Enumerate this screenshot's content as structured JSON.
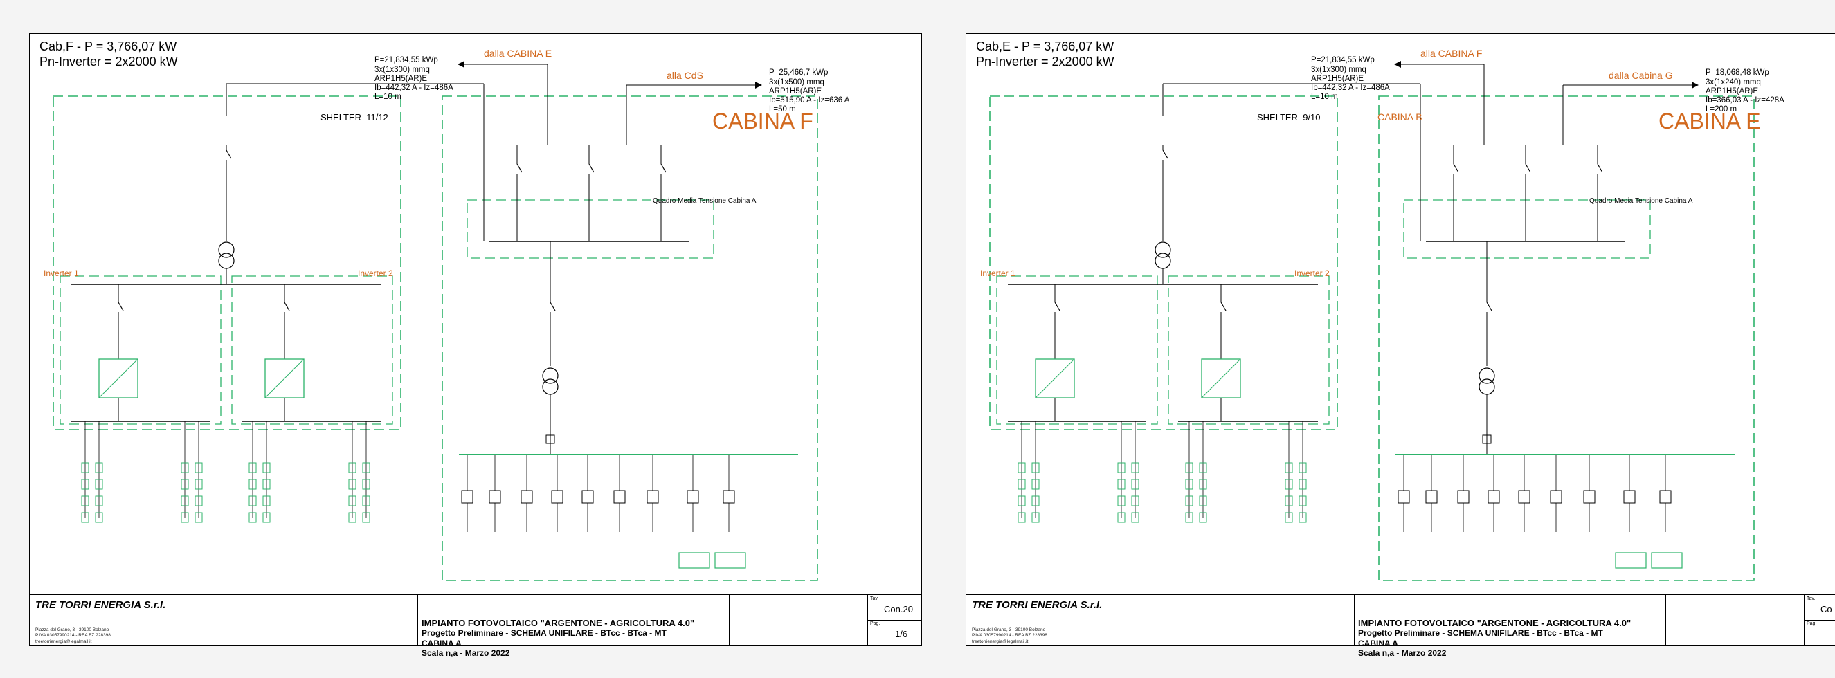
{
  "sheets": [
    {
      "header_power": "Cab,F - P = 3,766,07 kW",
      "header_inverter": "Pn-Inverter = 2x2000 kW",
      "cable_left": [
        "P=21,834,55 kWp",
        "3x(1x300) mmq",
        "ARP1H5(AR)E",
        "Ib=442,32 A - Iz=486A",
        "L=10 m"
      ],
      "arrow_from_label": "dalla CABINA E",
      "cable_right": [
        "P=25,466,7 kWp",
        "3x(1x500) mmq",
        "ARP1H5(AR)E",
        "Ib=515,90 A - Iz=636 A",
        "L=50 m"
      ],
      "arrow_to_label": "alla CdS",
      "shelter_label": "SHELTER  11/12",
      "cabina_label": "CABINA F",
      "cabina_sub_label": "",
      "inverter1_label": "Inverter 1",
      "inverter2_label": "Inverter 2",
      "qmt_label": "Quadro Media Tensione Cabina A",
      "title_block": {
        "company": "TRE TORRI ENERGIA S.r.l.",
        "address": [
          "Piazza del Grano, 3 - 39100 Bolzano",
          "P.IVA 03057990214 - REA BZ 228398",
          "treetorrienergia@legalmail.it"
        ],
        "project": [
          "IMPIANTO FOTOVOLTAICO \"ARGENTONE - AGRICOLTURA 4.0\"",
          "Progetto Preliminare - SCHEMA UNIFILARE - BTcc - BTca - MT",
          "CABINA A",
          "Scala n,a - Marzo 2022"
        ],
        "tav_label": "Tav.",
        "tav_value": "Con.20",
        "pag_label": "Pag.",
        "pag_value": "1/6"
      }
    },
    {
      "header_power": "Cab,E - P = 3,766,07 kW",
      "header_inverter": "Pn-Inverter = 2x2000 kW",
      "cable_left": [
        "P=21,834,55 kWp",
        "3x(1x300) mmq",
        "ARP1H5(AR)E",
        "Ib=442,32 A - Iz=486A",
        "L=10 m"
      ],
      "arrow_from_label": "alla CABINA F",
      "cable_right": [
        "P=18,068,48 kWp",
        "3x(1x240) mmq",
        "ARP1H5(AR)E",
        "Ib=366,03 A - Iz=428A",
        "L=200 m"
      ],
      "arrow_to_label": "dalla Cabina G",
      "shelter_label": "SHELTER  9/10",
      "cabina_label": "CABINA E",
      "cabina_sub_label": "CABINA B",
      "inverter1_label": "Inverter 1",
      "inverter2_label": "Inverter 2",
      "qmt_label": "Quadro Media Tensione Cabina A",
      "title_block": {
        "company": "TRE TORRI ENERGIA S.r.l.",
        "address": [
          "Piazza del Grano, 3 - 39100 Bolzano",
          "P.IVA 03057990214 - REA BZ 228398",
          "treetorrienergia@legalmail.it"
        ],
        "project": [
          "IMPIANTO FOTOVOLTAICO \"ARGENTONE - AGRICOLTURA 4.0\"",
          "Progetto Preliminare - SCHEMA UNIFILARE - BTcc - BTca - MT",
          "CABINA A",
          "Scala n,a - Marzo 2022"
        ],
        "tav_label": "Tav.",
        "tav_value": "Co",
        "pag_label": "Pag.",
        "pag_value": ""
      }
    }
  ],
  "colors": {
    "green": "#2db36a",
    "orange": "#d2691e",
    "line": "#000000"
  }
}
